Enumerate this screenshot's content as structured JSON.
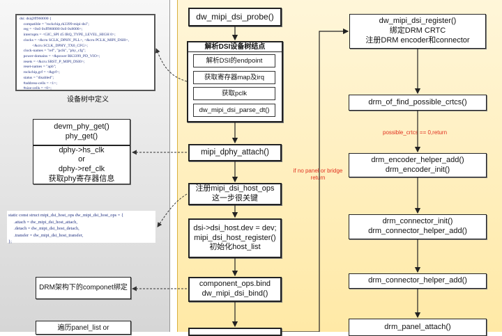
{
  "dts": {
    "lines": [
      "dsi: dsi@ff960000 {",
      "    compatible = \"rockchip,rk3399-mipi-dsi\";",
      "    reg = <0x0 0xff960000 0x0 0x8000>;",
      "    interrupts = <GIC_SPI 45 IRQ_TYPE_LEVEL_HIGH 0>;",
      "    clocks = <&cru SCLK_DPHY_PLL>, <&cru PCLK_MIPI_DSI0>,",
      "             <&cru SCLK_DPHY_TX0_CFG>;",
      "    clock-names = \"ref\", \"pclk\", \"phy_cfg\";",
      "    power-domains = <&power RK3399_PD_VIO>;",
      "    resets = <&cru SRST_P_MIPI_DSI0>;",
      "    reset-names = \"apb\";",
      "    rockchip,grf = <&grf>;",
      "    status = \"disabled\";",
      "    #address-cells = <1>;",
      "    #size-cells = <0>;"
    ],
    "caption": "设备树中定义"
  },
  "left": {
    "phy_box": [
      "devm_phy_get()",
      "phy_get()"
    ],
    "clk_box": [
      "dphy->hs_clk",
      "or",
      "dphy->ref_clk",
      "获取phy寄存器信息"
    ],
    "code_lines": [
      "static const struct mipi_dsi_host_ops dw_mipi_dsi_host_ops = {",
      "     .attach = dw_mipi_dsi_host_attach,",
      "     .detach = dw_mipi_dsi_host_detach,",
      "     .transfer = dw_mipi_dsi_host_transfer,",
      "};"
    ],
    "componet_box": "DRM架构下的componet绑定",
    "panel_list_box": "遍历panel_list or"
  },
  "mid": {
    "probe": "dw_mipi_dsi_probe()",
    "parse_header": "解析DSI设备树结点",
    "parse_items": [
      "解析DSI的endpoint",
      "获取寄存器map及irq",
      "获取pclk",
      "dw_mipi_dsi_parse_dt()"
    ],
    "dphy_attach": "mipi_dphy_attach()",
    "host_ops": [
      "注册mipi_dsi_host_ops",
      "这一步很关键"
    ],
    "host_register": [
      "dsi->dsi_host.dev = dev;",
      "mipi_dsi_host_register()",
      "初始化host_list"
    ],
    "bind": [
      "component_ops.bind",
      "dw_mipi_dsi_bind()"
    ],
    "no_panel_note": [
      "if no panel or bridge",
      "return"
    ]
  },
  "right": {
    "register": [
      "dw_mipi_dsi_register()",
      "绑定DRM CRTC",
      "注册DRM encoder和connector"
    ],
    "find_crtcs": "drm_of_find_possible_crtcs()",
    "crtcs_note": "possible_crtcs == 0,return",
    "encoder": [
      "drm_encoder_helper_add()",
      "drm_encoder_init()"
    ],
    "connector": [
      "drm_connector_init()",
      "drm_connector_helper_add()"
    ],
    "connector_helper": "drm_connector_helper_add()",
    "panel_attach": "drm_panel_attach()"
  },
  "colors": {
    "note_red": "#e0301e",
    "left_panel": "#e0e0e0",
    "mid_panel": "#ffe9a6"
  }
}
